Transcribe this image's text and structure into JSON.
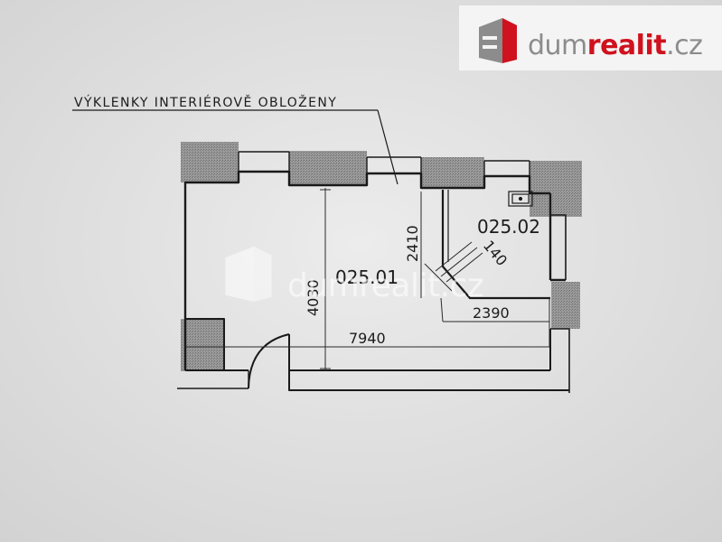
{
  "header_note": "VÝKLENKY INTERIÉROVĚ OBLOŽENY",
  "rooms": {
    "room_1": "025.01",
    "room_2": "025.02"
  },
  "dimensions": {
    "height_main": "4030",
    "height_small": "2410",
    "diag": "140",
    "width_small": "2390",
    "width_total": "7940"
  },
  "logo": {
    "part1": "dum",
    "part2": "realit",
    "part3": ".cz"
  },
  "colors": {
    "brand_red": "#d0121e",
    "brand_gray": "#8c8c8c",
    "hatch": "#8a8a8a",
    "line": "#1a1a1a"
  }
}
